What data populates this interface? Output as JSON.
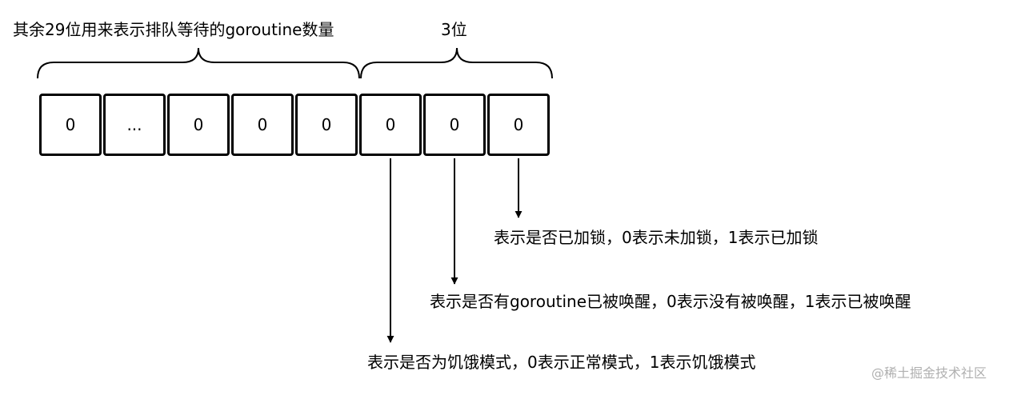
{
  "diagram": {
    "header_left": "其余29位用来表示排队等待的goroutine数量",
    "header_right": "3位",
    "cells": [
      "0",
      "...",
      "0",
      "0",
      "0",
      "0",
      "0",
      "0"
    ],
    "annotations": {
      "locked": "表示是否已加锁，0表示未加锁，1表示已加锁",
      "woken": "表示是否有goroutine已被唤醒，0表示没有被唤醒，1表示已被唤醒",
      "starving": "表示是否为饥饿模式，0表示正常模式，1表示饥饿模式"
    }
  },
  "watermark": "@稀土掘金技术社区"
}
